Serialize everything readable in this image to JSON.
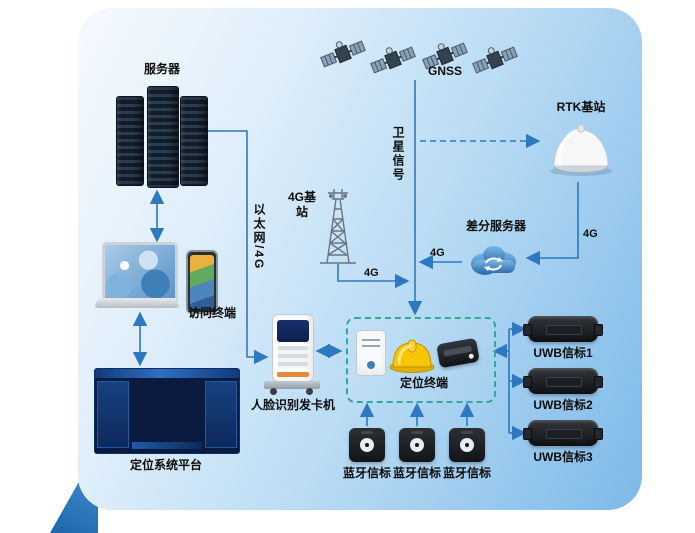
{
  "labels": {
    "server": "服务器",
    "gnss": "GNSS",
    "rtk": "RTK基站",
    "tower": "4G基站",
    "diff": "差分服务器",
    "access": "访问终端",
    "face": "人脸识别发卡机",
    "terminal": "定位终端",
    "platform": "定位系统平台",
    "uwb1": "UWB信标1",
    "uwb2": "UWB信标2",
    "uwb3": "UWB信标3",
    "bt1": "蓝牙信标",
    "bt2": "蓝牙信标",
    "bt3": "蓝牙信标",
    "ethernet": "以太网/4G",
    "sat_signal": "卫星信号",
    "g4_tower": "4G",
    "g4_cloud": "4G",
    "g4_rtk": "4G"
  },
  "colors": {
    "arrow": "#2e78c0",
    "dashed_box": "#2fa99b",
    "card_from": "#f5fafe",
    "card_to": "#7db9e8",
    "helmet": "#f7c600"
  }
}
